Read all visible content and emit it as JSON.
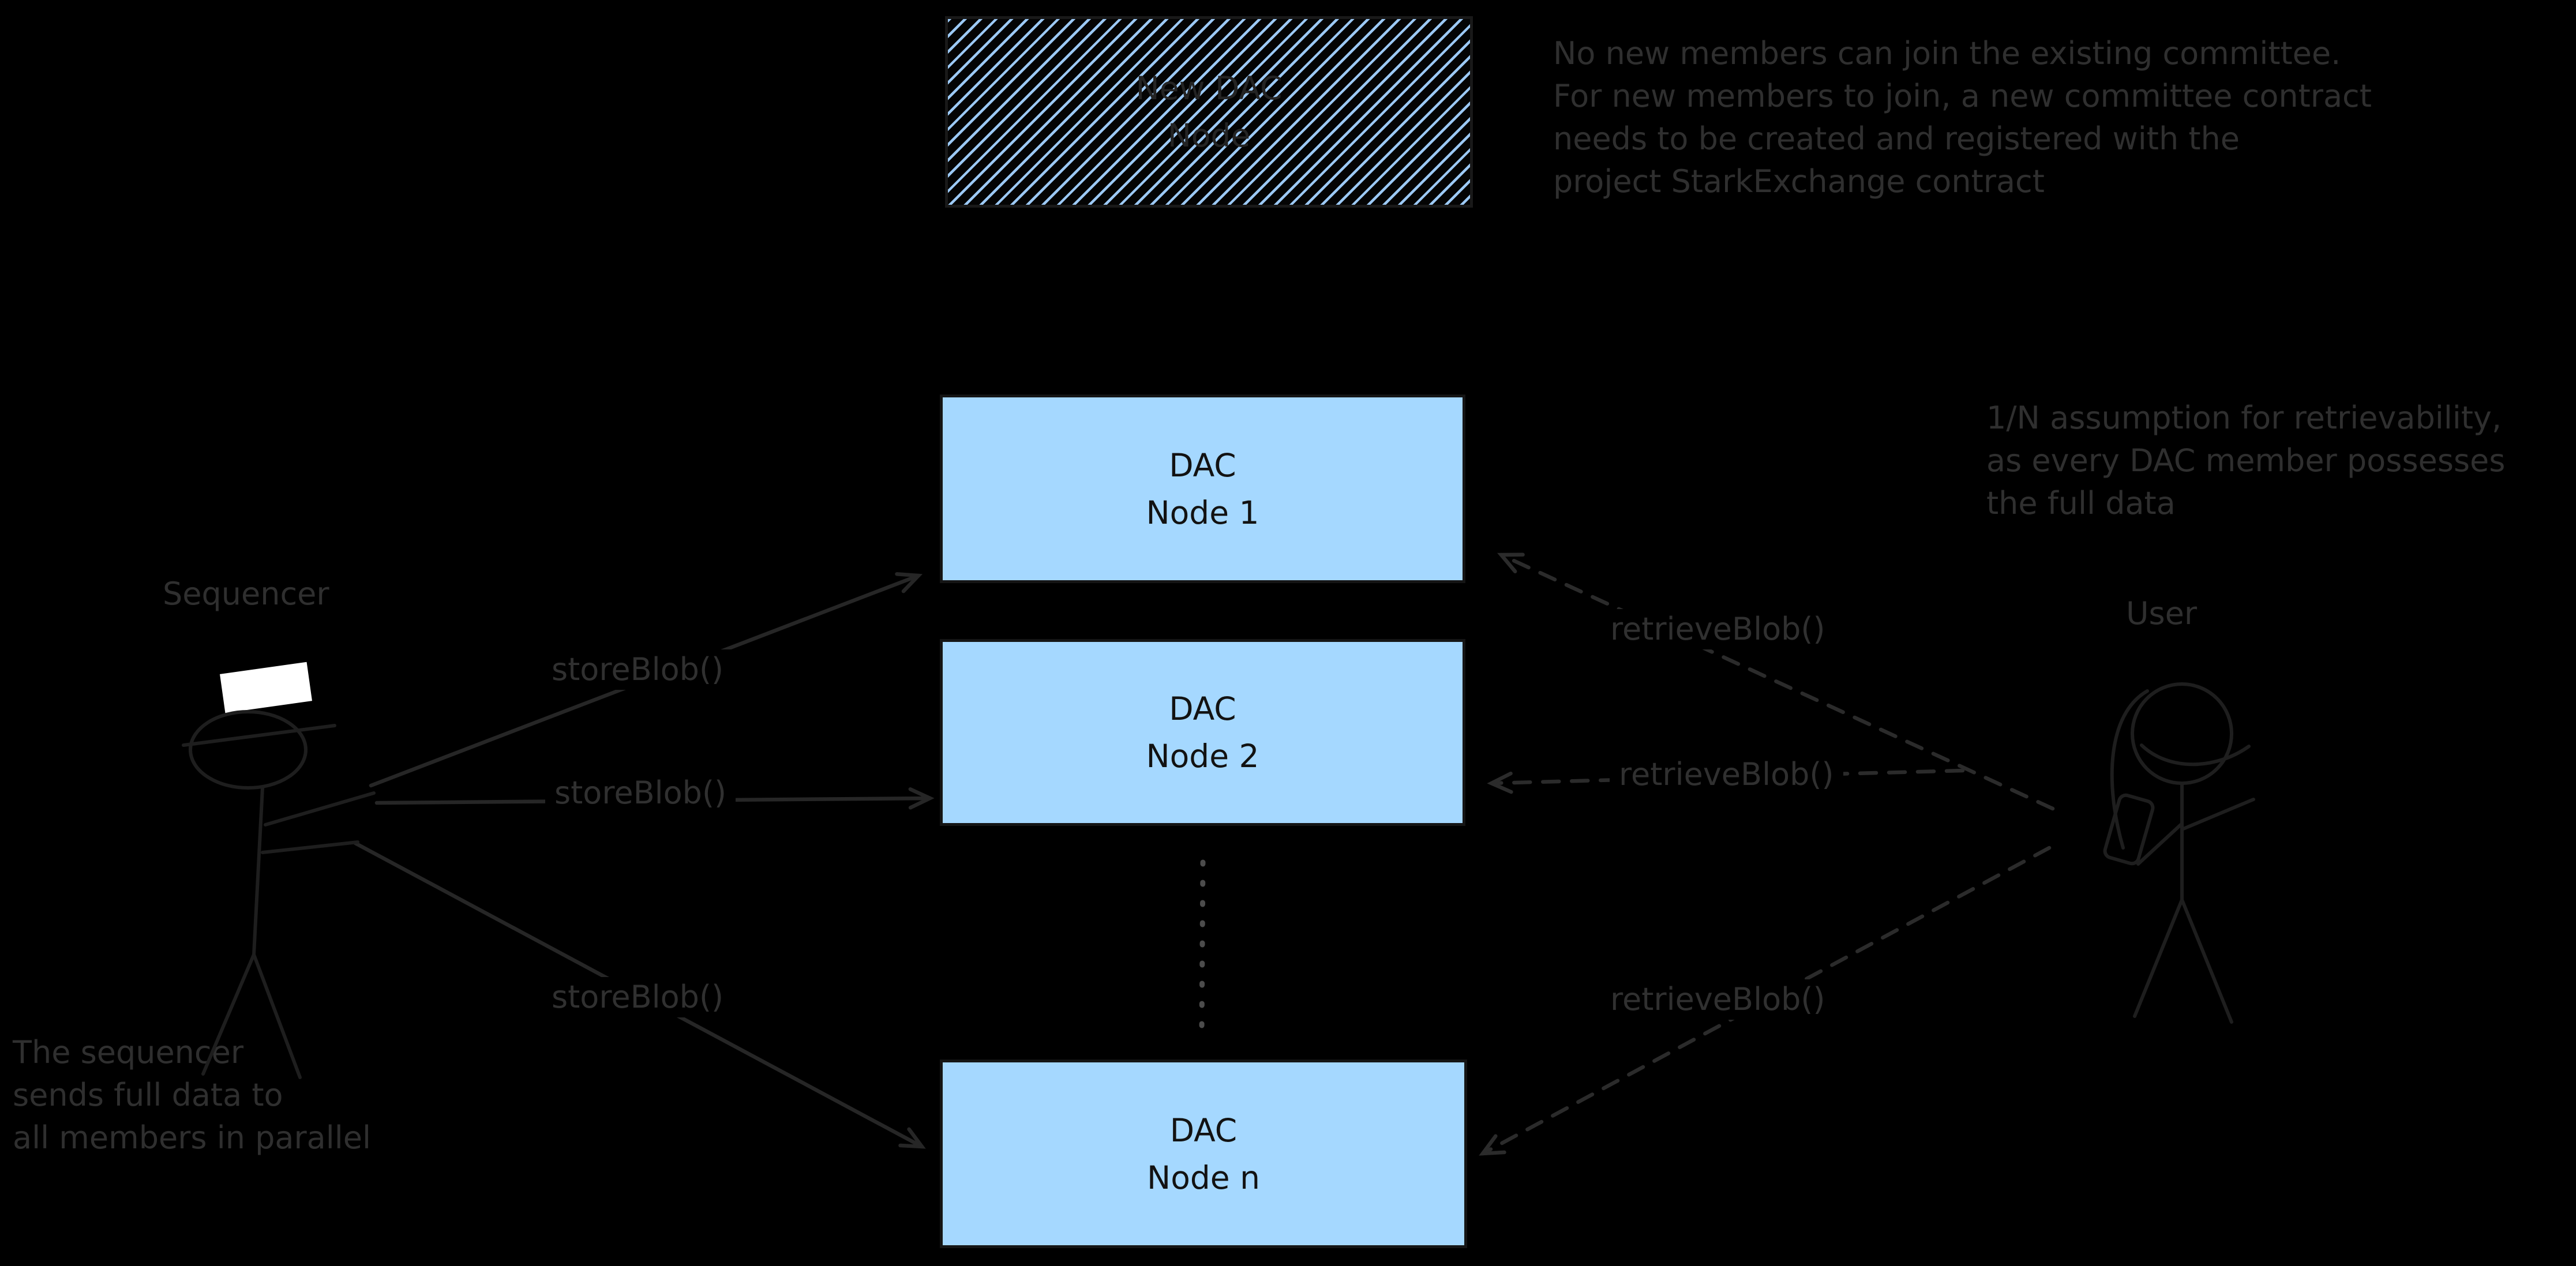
{
  "canvas": {
    "background": "#000000"
  },
  "colors": {
    "node_fill": "#a5d8ff",
    "node_border": "#151515",
    "hatch_blue": "#9cc9f5",
    "arrow_stroke": "#262626",
    "dashed_stroke": "#2b2b2b",
    "dotted_stroke": "#4c4c4c",
    "dim_text": "#2f2f2f",
    "node_text": "#121212",
    "hat_white": "#ffffff"
  },
  "actors": {
    "sequencer_label": "Sequencer",
    "user_label": "User"
  },
  "nodes": {
    "new_dac": {
      "line1": "New DAC",
      "line2": "Node"
    },
    "node1": {
      "line1": "DAC",
      "line2": "Node 1"
    },
    "node2": {
      "line1": "DAC",
      "line2": "Node 2"
    },
    "node_n": {
      "line1": "DAC",
      "line2": "Node n"
    }
  },
  "edges": {
    "store1_label": "storeBlob()",
    "store2_label": "storeBlob()",
    "store3_label": "storeBlob()",
    "retrieve1_label": "retrieveBlob()",
    "retrieve2_label": "retrieveBlob()",
    "retrieve3_label": "retrieveBlob()"
  },
  "annotations": {
    "committee_note": {
      "line1": "No new members can join the existing committee.",
      "line2": "For new members to join, a new committee contract",
      "line3": "needs to be created and registered with the",
      "line4": "project StarkExchange contract"
    },
    "retrievability_note": {
      "line1": "1/N assumption for retrievability,",
      "line2": "as every DAC member possesses",
      "line3": "the full data"
    },
    "sequencer_note": {
      "line1": "The sequencer",
      "line2": "sends full data to",
      "line3": "all members in parallel"
    }
  }
}
